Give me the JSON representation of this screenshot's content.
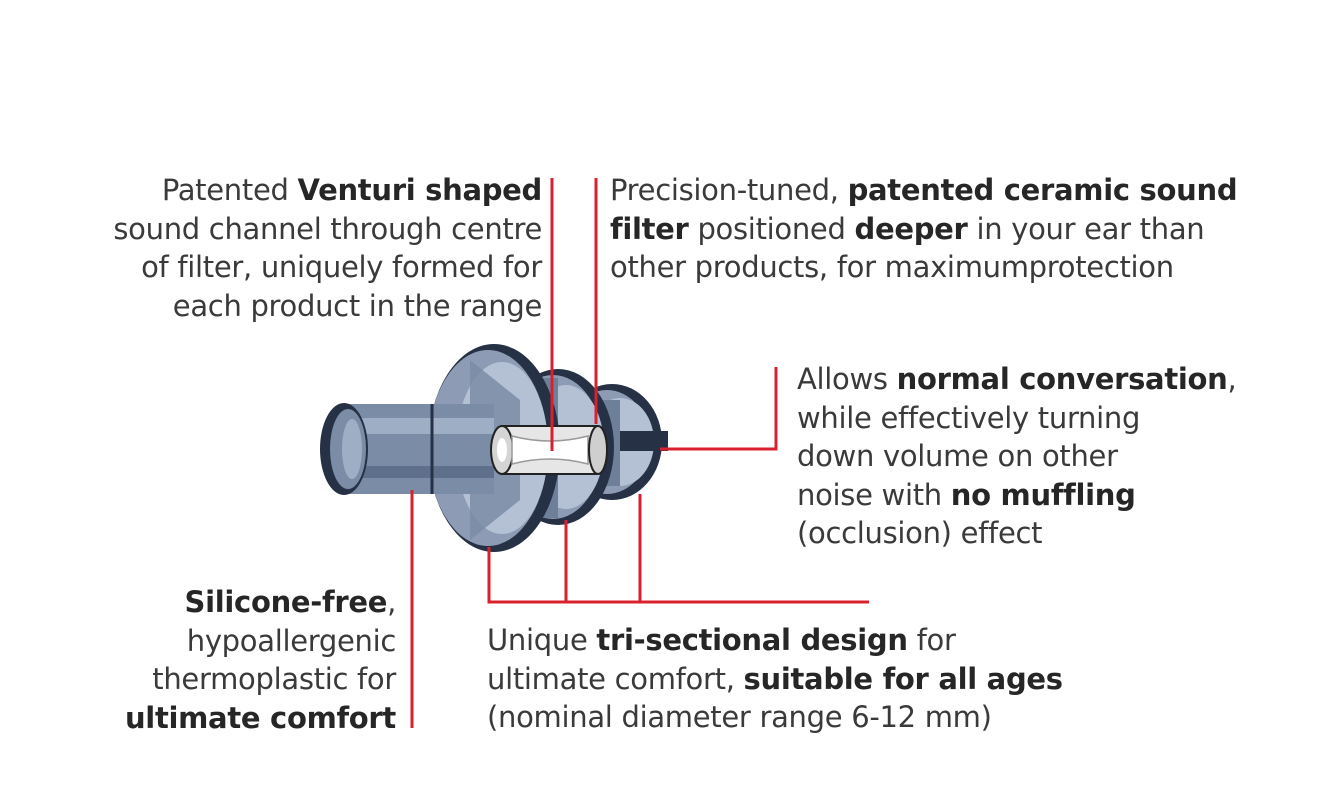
{
  "colors": {
    "leader_line": "#d9202e",
    "plug_body": "#7b8ca6",
    "plug_dark": "#263145",
    "plug_light": "#b4c1d4",
    "text": "#3a3a3a"
  },
  "callouts": {
    "venturi": {
      "lines": [
        [
          {
            "t": "Patented "
          },
          {
            "t": "Venturi shaped",
            "b": true
          }
        ],
        [
          {
            "t": "sound channel through centre"
          }
        ],
        [
          {
            "t": "of filter, uniquely formed for"
          }
        ],
        [
          {
            "t": "each product in the range"
          }
        ]
      ]
    },
    "ceramic": {
      "lines": [
        [
          {
            "t": "Precision-tuned, "
          },
          {
            "t": "patented ceramic sound",
            "b": true
          }
        ],
        [
          {
            "t": "filter",
            "b": true
          },
          {
            "t": " positioned "
          },
          {
            "t": "deeper",
            "b": true
          },
          {
            "t": " in your ear than"
          }
        ],
        [
          {
            "t": "other products, for maximumprotection"
          }
        ]
      ]
    },
    "conversation": {
      "lines": [
        [
          {
            "t": "Allows "
          },
          {
            "t": "normal conversation",
            "b": true
          },
          {
            "t": ","
          }
        ],
        [
          {
            "t": "while effectively turning"
          }
        ],
        [
          {
            "t": "down volume on other"
          }
        ],
        [
          {
            "t": "noise with "
          },
          {
            "t": "no muffling",
            "b": true
          }
        ],
        [
          {
            "t": "(occlusion) effect"
          }
        ]
      ]
    },
    "silicone": {
      "lines": [
        [
          {
            "t": "Silicone-free",
            "b": true
          },
          {
            "t": ","
          }
        ],
        [
          {
            "t": "hypoallergenic"
          }
        ],
        [
          {
            "t": "thermoplastic for"
          }
        ],
        [
          {
            "t": "ultimate comfort",
            "b": true
          }
        ]
      ]
    },
    "trisectional": {
      "lines": [
        [
          {
            "t": "Unique "
          },
          {
            "t": "tri-sectional design",
            "b": true
          },
          {
            "t": " for"
          }
        ],
        [
          {
            "t": "ultimate comfort, "
          },
          {
            "t": "suitable for all ages",
            "b": true
          }
        ],
        [
          {
            "t": "(nominal diameter range 6-12 mm)"
          }
        ]
      ]
    }
  }
}
